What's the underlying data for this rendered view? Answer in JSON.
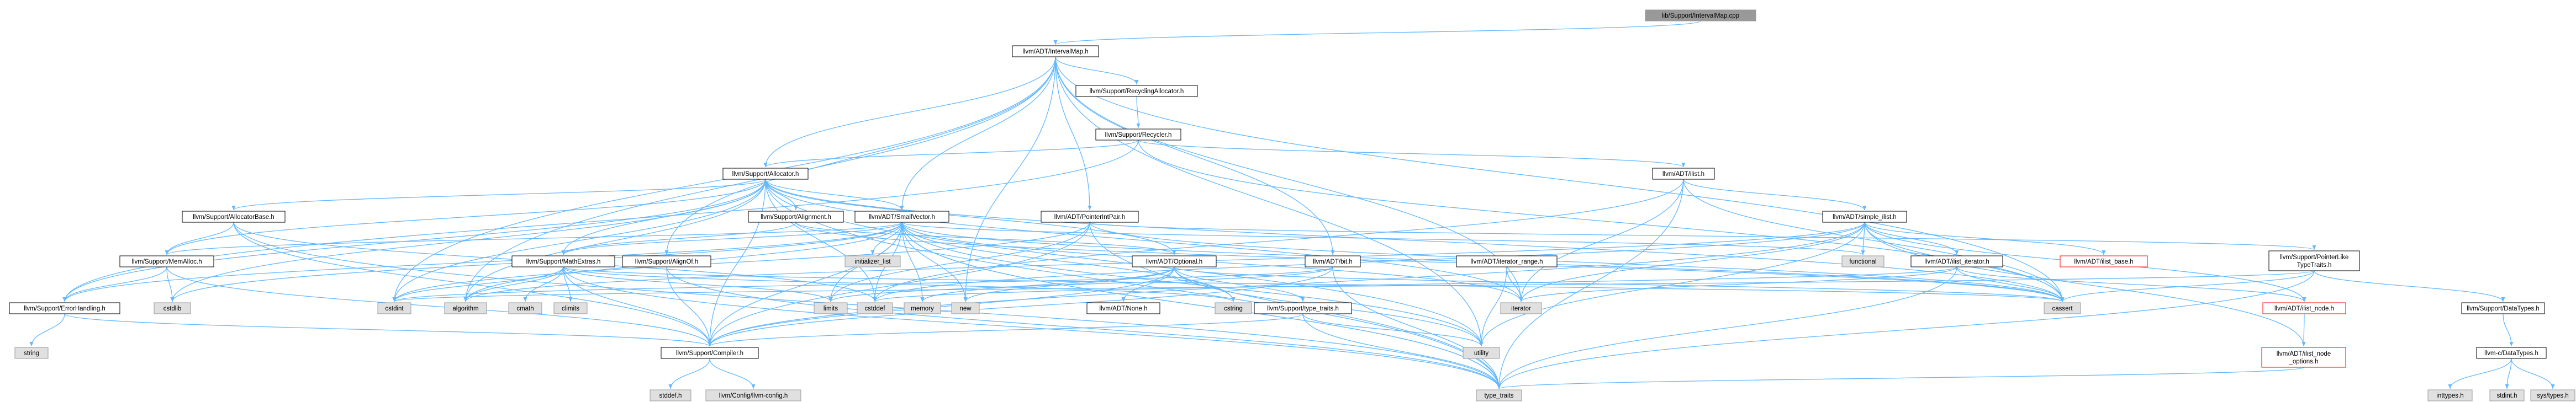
{
  "diagram": {
    "colors": {
      "edge": "#63b8ff",
      "root_fill": "#999999",
      "default_fill": "#ffffff",
      "default_stroke": "#000000",
      "external_fill": "#e0e0e0",
      "external_stroke": "#999999",
      "highlight_stroke": "#ff0000"
    },
    "nodes": [
      {
        "id": "root",
        "label": "lib/Support/IntervalMap.cpp",
        "kind": "root"
      },
      {
        "id": "intervalmap",
        "label": "llvm/ADT/IntervalMap.h",
        "kind": "default"
      },
      {
        "id": "recyclingalloc",
        "label": "llvm/Support/RecyclingAllocator.h",
        "kind": "default"
      },
      {
        "id": "recycler",
        "label": "llvm/Support/Recycler.h",
        "kind": "default"
      },
      {
        "id": "allocator",
        "label": "llvm/Support/Allocator.h",
        "kind": "default"
      },
      {
        "id": "ilist",
        "label": "llvm/ADT/ilist.h",
        "kind": "default"
      },
      {
        "id": "simpleilist",
        "label": "llvm/ADT/simple_ilist.h",
        "kind": "default"
      },
      {
        "id": "allocbase",
        "label": "llvm/Support/AllocatorBase.h",
        "kind": "default"
      },
      {
        "id": "alignment",
        "label": "llvm/Support/Alignment.h",
        "kind": "default"
      },
      {
        "id": "smallvector",
        "label": "llvm/ADT/SmallVector.h",
        "kind": "default"
      },
      {
        "id": "pointerintpair",
        "label": "llvm/ADT/PointerIntPair.h",
        "kind": "default"
      },
      {
        "id": "memalloc",
        "label": "llvm/Support/MemAlloc.h",
        "kind": "default"
      },
      {
        "id": "mathextras",
        "label": "llvm/Support/MathExtras.h",
        "kind": "default"
      },
      {
        "id": "alignof",
        "label": "llvm/Support/AlignOf.h",
        "kind": "default"
      },
      {
        "id": "optional",
        "label": "llvm/ADT/Optional.h",
        "kind": "default"
      },
      {
        "id": "bit",
        "label": "llvm/ADT/bit.h",
        "kind": "default"
      },
      {
        "id": "iterrange",
        "label": "llvm/ADT/iterator_range.h",
        "kind": "default"
      },
      {
        "id": "ilistiter",
        "label": "llvm/ADT/ilist_iterator.h",
        "kind": "default"
      },
      {
        "id": "ilistbase",
        "label": "llvm/ADT/ilist_base.h",
        "kind": "highlight"
      },
      {
        "id": "ptrlike",
        "label": "llvm/Support/PointerLike\nTypeTraits.h",
        "kind": "default"
      },
      {
        "id": "errorhandling",
        "label": "llvm/Support/ErrorHandling.h",
        "kind": "default"
      },
      {
        "id": "none",
        "label": "llvm/ADT/None.h",
        "kind": "default"
      },
      {
        "id": "typetraits",
        "label": "llvm/Support/type_traits.h",
        "kind": "default"
      },
      {
        "id": "ilistnode",
        "label": "llvm/ADT/ilist_node.h",
        "kind": "highlight"
      },
      {
        "id": "datatypes",
        "label": "llvm/Support/DataTypes.h",
        "kind": "default"
      },
      {
        "id": "compiler",
        "label": "llvm/Support/Compiler.h",
        "kind": "default"
      },
      {
        "id": "ilistnodeopts",
        "label": "llvm/ADT/ilist_node\n_options.h",
        "kind": "highlight"
      },
      {
        "id": "cdatatypes",
        "label": "llvm-c/DataTypes.h",
        "kind": "default"
      },
      {
        "id": "llvmconfig",
        "label": "llvm/Config/llvm-config.h",
        "kind": "external"
      },
      {
        "id": "stddef",
        "label": "stddef.h",
        "kind": "external"
      },
      {
        "id": "init_list",
        "label": "initializer_list",
        "kind": "external"
      },
      {
        "id": "functional",
        "label": "functional",
        "kind": "external"
      },
      {
        "id": "cstdlib",
        "label": "cstdlib",
        "kind": "external"
      },
      {
        "id": "cstdint",
        "label": "cstdint",
        "kind": "external"
      },
      {
        "id": "algorithm",
        "label": "algorithm",
        "kind": "external"
      },
      {
        "id": "cmath",
        "label": "cmath",
        "kind": "external"
      },
      {
        "id": "climits",
        "label": "climits",
        "kind": "external"
      },
      {
        "id": "limits",
        "label": "limits",
        "kind": "external"
      },
      {
        "id": "cstddef",
        "label": "cstddef",
        "kind": "external"
      },
      {
        "id": "memory",
        "label": "memory",
        "kind": "external"
      },
      {
        "id": "new",
        "label": "new",
        "kind": "external"
      },
      {
        "id": "cstring",
        "label": "cstring",
        "kind": "external"
      },
      {
        "id": "iterator",
        "label": "iterator",
        "kind": "external"
      },
      {
        "id": "cassert",
        "label": "cassert",
        "kind": "external"
      },
      {
        "id": "string",
        "label": "string",
        "kind": "external"
      },
      {
        "id": "utility",
        "label": "utility",
        "kind": "external"
      },
      {
        "id": "type_traits",
        "label": "type_traits",
        "kind": "external"
      },
      {
        "id": "inttypes",
        "label": "inttypes.h",
        "kind": "external"
      },
      {
        "id": "stdint",
        "label": "stdint.h",
        "kind": "external"
      },
      {
        "id": "systypes",
        "label": "sys/types.h",
        "kind": "external"
      }
    ],
    "edges": [
      [
        "root",
        "intervalmap"
      ],
      [
        "intervalmap",
        "recyclingalloc"
      ],
      [
        "intervalmap",
        "allocator"
      ],
      [
        "intervalmap",
        "smallvector"
      ],
      [
        "intervalmap",
        "pointerintpair"
      ],
      [
        "intervalmap",
        "alignof"
      ],
      [
        "intervalmap",
        "bit"
      ],
      [
        "intervalmap",
        "cassert"
      ],
      [
        "intervalmap",
        "iterator"
      ],
      [
        "intervalmap",
        "new"
      ],
      [
        "intervalmap",
        "utility"
      ],
      [
        "intervalmap",
        "algorithm"
      ],
      [
        "intervalmap",
        "cstdint"
      ],
      [
        "recyclingalloc",
        "recycler"
      ],
      [
        "recycler",
        "allocator"
      ],
      [
        "recycler",
        "ilist"
      ],
      [
        "recycler",
        "errorhandling"
      ],
      [
        "recycler",
        "cassert"
      ],
      [
        "ilist",
        "simpleilist"
      ],
      [
        "ilist",
        "cassert"
      ],
      [
        "ilist",
        "iterator"
      ],
      [
        "ilist",
        "type_traits"
      ],
      [
        "ilist",
        "cstddef"
      ],
      [
        "simpleilist",
        "ilistbase"
      ],
      [
        "simpleilist",
        "ilistiter"
      ],
      [
        "simpleilist",
        "ilistnode"
      ],
      [
        "simpleilist",
        "ilistnodeopts"
      ],
      [
        "simpleilist",
        "compiler"
      ],
      [
        "simpleilist",
        "functional"
      ],
      [
        "simpleilist",
        "cassert"
      ],
      [
        "simpleilist",
        "cstddef"
      ],
      [
        "simpleilist",
        "iterator"
      ],
      [
        "simpleilist",
        "utility"
      ],
      [
        "simpleilist",
        "algorithm"
      ],
      [
        "allocator",
        "allocbase"
      ],
      [
        "allocator",
        "alignment"
      ],
      [
        "allocator",
        "smallvector"
      ],
      [
        "allocator",
        "mathextras"
      ],
      [
        "allocator",
        "memalloc"
      ],
      [
        "allocator",
        "errorhandling"
      ],
      [
        "allocator",
        "compiler"
      ],
      [
        "allocator",
        "cassert"
      ],
      [
        "allocator",
        "cstddef"
      ],
      [
        "allocator",
        "cstdint"
      ],
      [
        "allocator",
        "algorithm"
      ],
      [
        "allocator",
        "iterator"
      ],
      [
        "allocator",
        "type_traits"
      ],
      [
        "allocator",
        "utility"
      ],
      [
        "allocator",
        "cstdlib"
      ],
      [
        "allocator",
        "optional"
      ],
      [
        "allocbase",
        "memalloc"
      ],
      [
        "allocbase",
        "compiler"
      ],
      [
        "allocbase",
        "cstddef"
      ],
      [
        "allocbase",
        "type_traits"
      ],
      [
        "alignment",
        "mathextras"
      ],
      [
        "alignment",
        "cassert"
      ],
      [
        "alignment",
        "optional"
      ],
      [
        "smallvector",
        "compiler"
      ],
      [
        "smallvector",
        "mathextras"
      ],
      [
        "smallvector",
        "memalloc"
      ],
      [
        "smallvector",
        "type_traits"
      ],
      [
        "smallvector",
        "algorithm"
      ],
      [
        "smallvector",
        "cassert"
      ],
      [
        "smallvector",
        "cstddef"
      ],
      [
        "smallvector",
        "cstdlib"
      ],
      [
        "smallvector",
        "cstring"
      ],
      [
        "smallvector",
        "functional"
      ],
      [
        "smallvector",
        "init_list"
      ],
      [
        "smallvector",
        "iterator"
      ],
      [
        "smallvector",
        "limits"
      ],
      [
        "smallvector",
        "memory"
      ],
      [
        "smallvector",
        "new"
      ],
      [
        "smallvector",
        "type_traits"
      ],
      [
        "smallvector",
        "utility"
      ],
      [
        "smallvector",
        "errorhandling"
      ],
      [
        "pointerintpair",
        "compiler"
      ],
      [
        "pointerintpair",
        "ptrlike"
      ],
      [
        "pointerintpair",
        "type_traits"
      ],
      [
        "pointerintpair",
        "cassert"
      ],
      [
        "pointerintpair",
        "cstdint"
      ],
      [
        "pointerintpair",
        "limits"
      ],
      [
        "memalloc",
        "compiler"
      ],
      [
        "memalloc",
        "errorhandling"
      ],
      [
        "memalloc",
        "cstdlib"
      ],
      [
        "mathextras",
        "compiler"
      ],
      [
        "mathextras",
        "cassert"
      ],
      [
        "mathextras",
        "climits"
      ],
      [
        "mathextras",
        "cmath"
      ],
      [
        "mathextras",
        "cstdint"
      ],
      [
        "mathextras",
        "cstring"
      ],
      [
        "mathextras",
        "limits"
      ],
      [
        "mathextras",
        "type_traits"
      ],
      [
        "mathextras",
        "algorithm"
      ],
      [
        "alignof",
        "type_traits"
      ],
      [
        "alignof",
        "compiler"
      ],
      [
        "optional",
        "none"
      ],
      [
        "optional",
        "compiler"
      ],
      [
        "optional",
        "typetraits"
      ],
      [
        "optional",
        "cassert"
      ],
      [
        "optional",
        "memory"
      ],
      [
        "optional",
        "new"
      ],
      [
        "optional",
        "utility"
      ],
      [
        "optional",
        "cstring"
      ],
      [
        "bit",
        "compiler"
      ],
      [
        "bit",
        "cstdint"
      ],
      [
        "bit",
        "limits"
      ],
      [
        "bit",
        "type_traits"
      ],
      [
        "iterrange",
        "iterator"
      ],
      [
        "iterrange",
        "utility"
      ],
      [
        "ilistiter",
        "ilistnode"
      ],
      [
        "ilistiter",
        "cassert"
      ],
      [
        "ilistiter",
        "cstddef"
      ],
      [
        "ilistiter",
        "iterator"
      ],
      [
        "ilistiter",
        "type_traits"
      ],
      [
        "ptrlike",
        "datatypes"
      ],
      [
        "ptrlike",
        "cassert"
      ],
      [
        "ptrlike",
        "cstdint"
      ],
      [
        "ptrlike",
        "type_traits"
      ],
      [
        "errorhandling",
        "compiler"
      ],
      [
        "errorhandling",
        "string"
      ],
      [
        "typetraits",
        "compiler"
      ],
      [
        "typetraits",
        "type_traits"
      ],
      [
        "typetraits",
        "utility"
      ],
      [
        "ilistnode",
        "ilistnodeopts"
      ],
      [
        "ilistnodeopts",
        "type_traits"
      ],
      [
        "datatypes",
        "cdatatypes"
      ],
      [
        "cdatatypes",
        "inttypes"
      ],
      [
        "cdatatypes",
        "stdint"
      ],
      [
        "cdatatypes",
        "systypes"
      ],
      [
        "compiler",
        "llvmconfig"
      ],
      [
        "compiler",
        "stddef"
      ]
    ]
  }
}
